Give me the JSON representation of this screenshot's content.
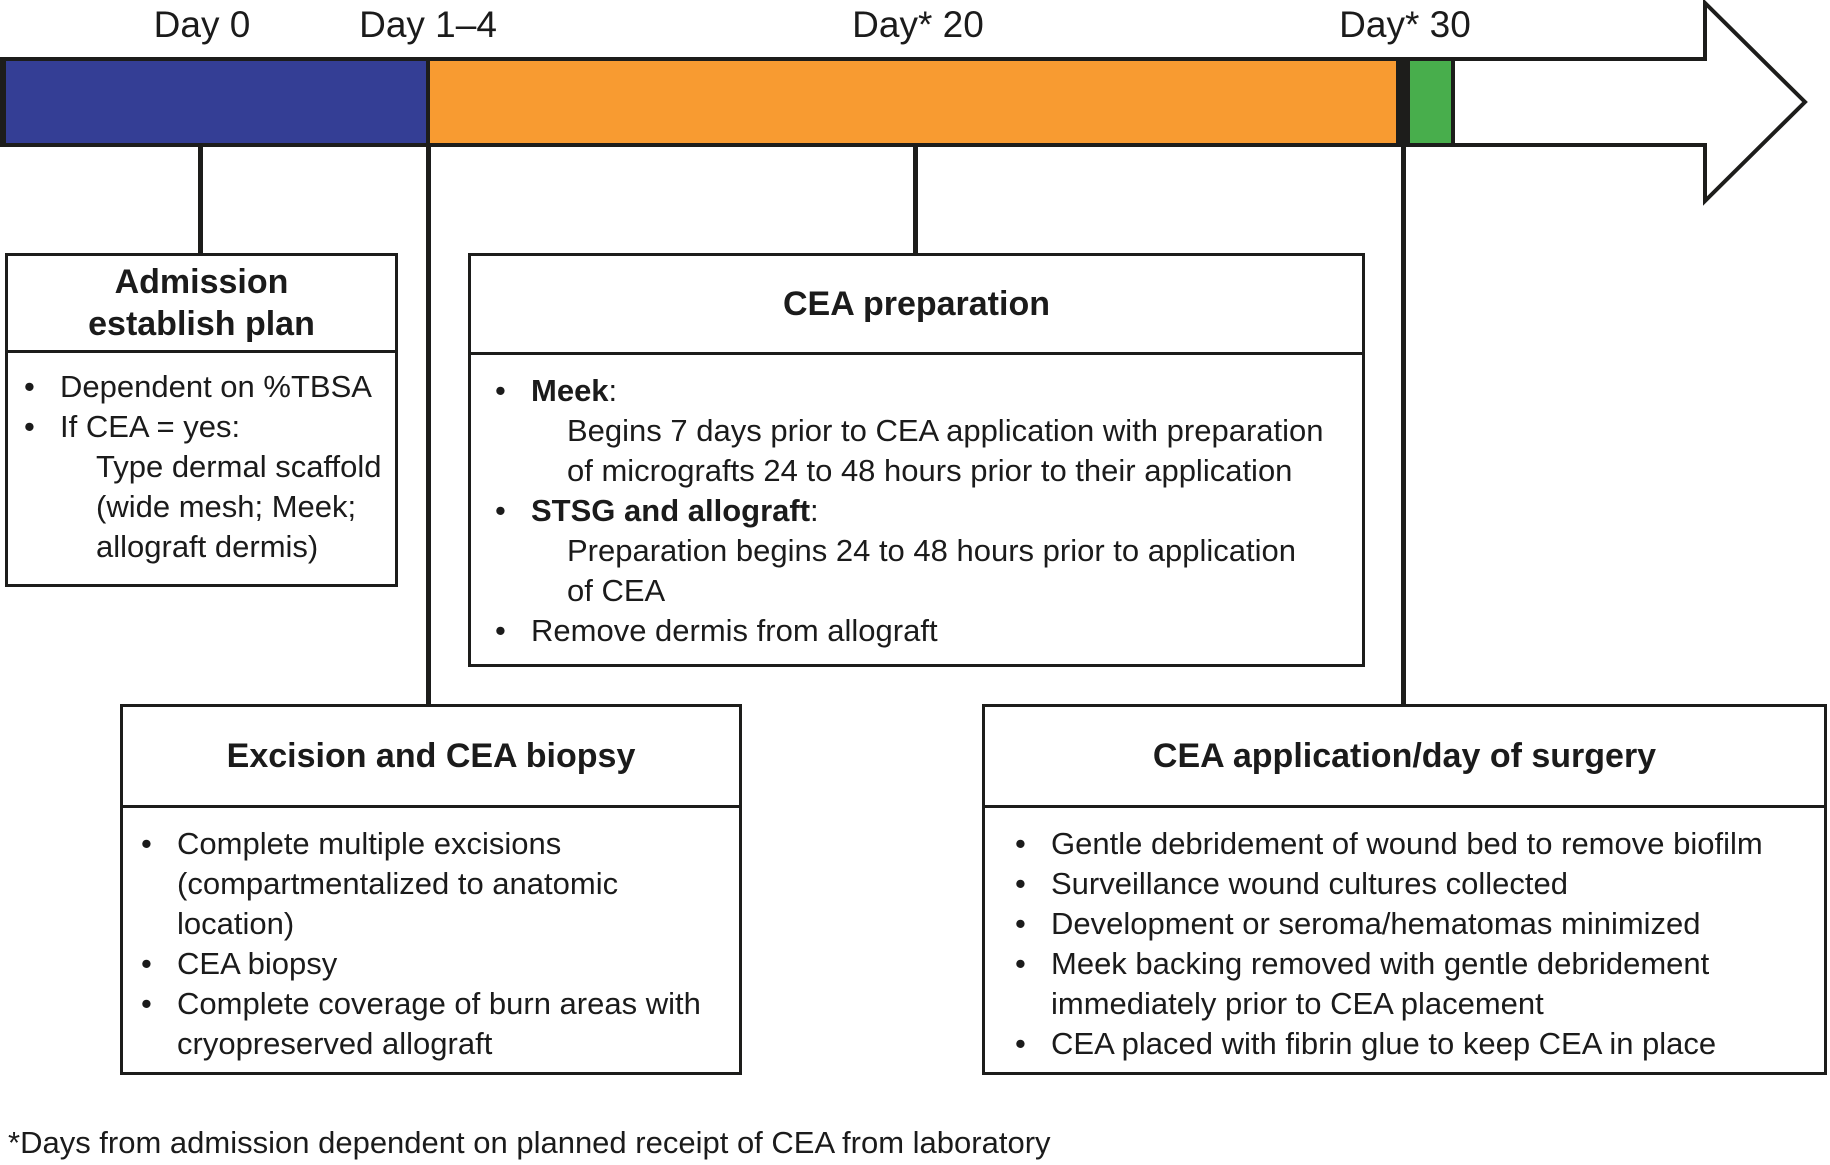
{
  "timeline": {
    "day_labels": [
      {
        "text": "Day 0"
      },
      {
        "text": "Day 1–4"
      },
      {
        "text": "Day* 20"
      },
      {
        "text": "Day* 30"
      }
    ],
    "segments": [
      {
        "name": "admission-phase",
        "color": "#343e95"
      },
      {
        "name": "preparation-phase",
        "color": "#f89b31"
      },
      {
        "name": "application-phase",
        "color": "#48ae4c"
      }
    ],
    "outline_color": "#1d1d1b"
  },
  "boxes": [
    {
      "title": "Admission\nestablish plan",
      "items": [
        {
          "bullet": true,
          "text": "Dependent on %TBSA"
        },
        {
          "bullet": true,
          "text": "If CEA = yes:"
        },
        {
          "bullet": false,
          "deep": true,
          "text": "Type dermal scaffold"
        },
        {
          "bullet": false,
          "deep": true,
          "text": "(wide mesh; Meek;"
        },
        {
          "bullet": false,
          "deep": true,
          "text": "allograft dermis)"
        }
      ]
    },
    {
      "title": "CEA preparation",
      "items": [
        {
          "bullet": true,
          "bold": "Meek",
          "text": ":"
        },
        {
          "bullet": false,
          "deep": true,
          "text": "Begins 7 days prior to CEA application with preparation"
        },
        {
          "bullet": false,
          "deep": true,
          "text": "of micrografts 24 to 48 hours prior to their application"
        },
        {
          "bullet": true,
          "bold": "STSG and allograft",
          "text": ":"
        },
        {
          "bullet": false,
          "deep": true,
          "text": "Preparation begins 24 to 48 hours prior to application"
        },
        {
          "bullet": false,
          "deep": true,
          "text": "of CEA"
        },
        {
          "bullet": true,
          "text": "Remove dermis from allograft"
        }
      ]
    },
    {
      "title": "Excision and CEA biopsy",
      "items": [
        {
          "bullet": true,
          "text": "Complete multiple excisions"
        },
        {
          "bullet": false,
          "text": "(compartmentalized to anatomic"
        },
        {
          "bullet": false,
          "text": "location)"
        },
        {
          "bullet": true,
          "text": "CEA biopsy"
        },
        {
          "bullet": true,
          "text": "Complete coverage of burn areas with"
        },
        {
          "bullet": false,
          "text": "cryopreserved allograft"
        }
      ]
    },
    {
      "title": "CEA application/day of surgery",
      "items": [
        {
          "bullet": true,
          "text": "Gentle debridement of wound bed to remove biofilm"
        },
        {
          "bullet": true,
          "text": "Surveillance wound cultures collected"
        },
        {
          "bullet": true,
          "text": "Development or seroma/hematomas minimized"
        },
        {
          "bullet": true,
          "text": "Meek backing removed with gentle debridement"
        },
        {
          "bullet": false,
          "text": "immediately prior to CEA placement"
        },
        {
          "bullet": true,
          "text": "CEA placed with fibrin glue to keep CEA in place"
        }
      ]
    }
  ],
  "footnote": "*Days from admission dependent on planned receipt of CEA from laboratory"
}
